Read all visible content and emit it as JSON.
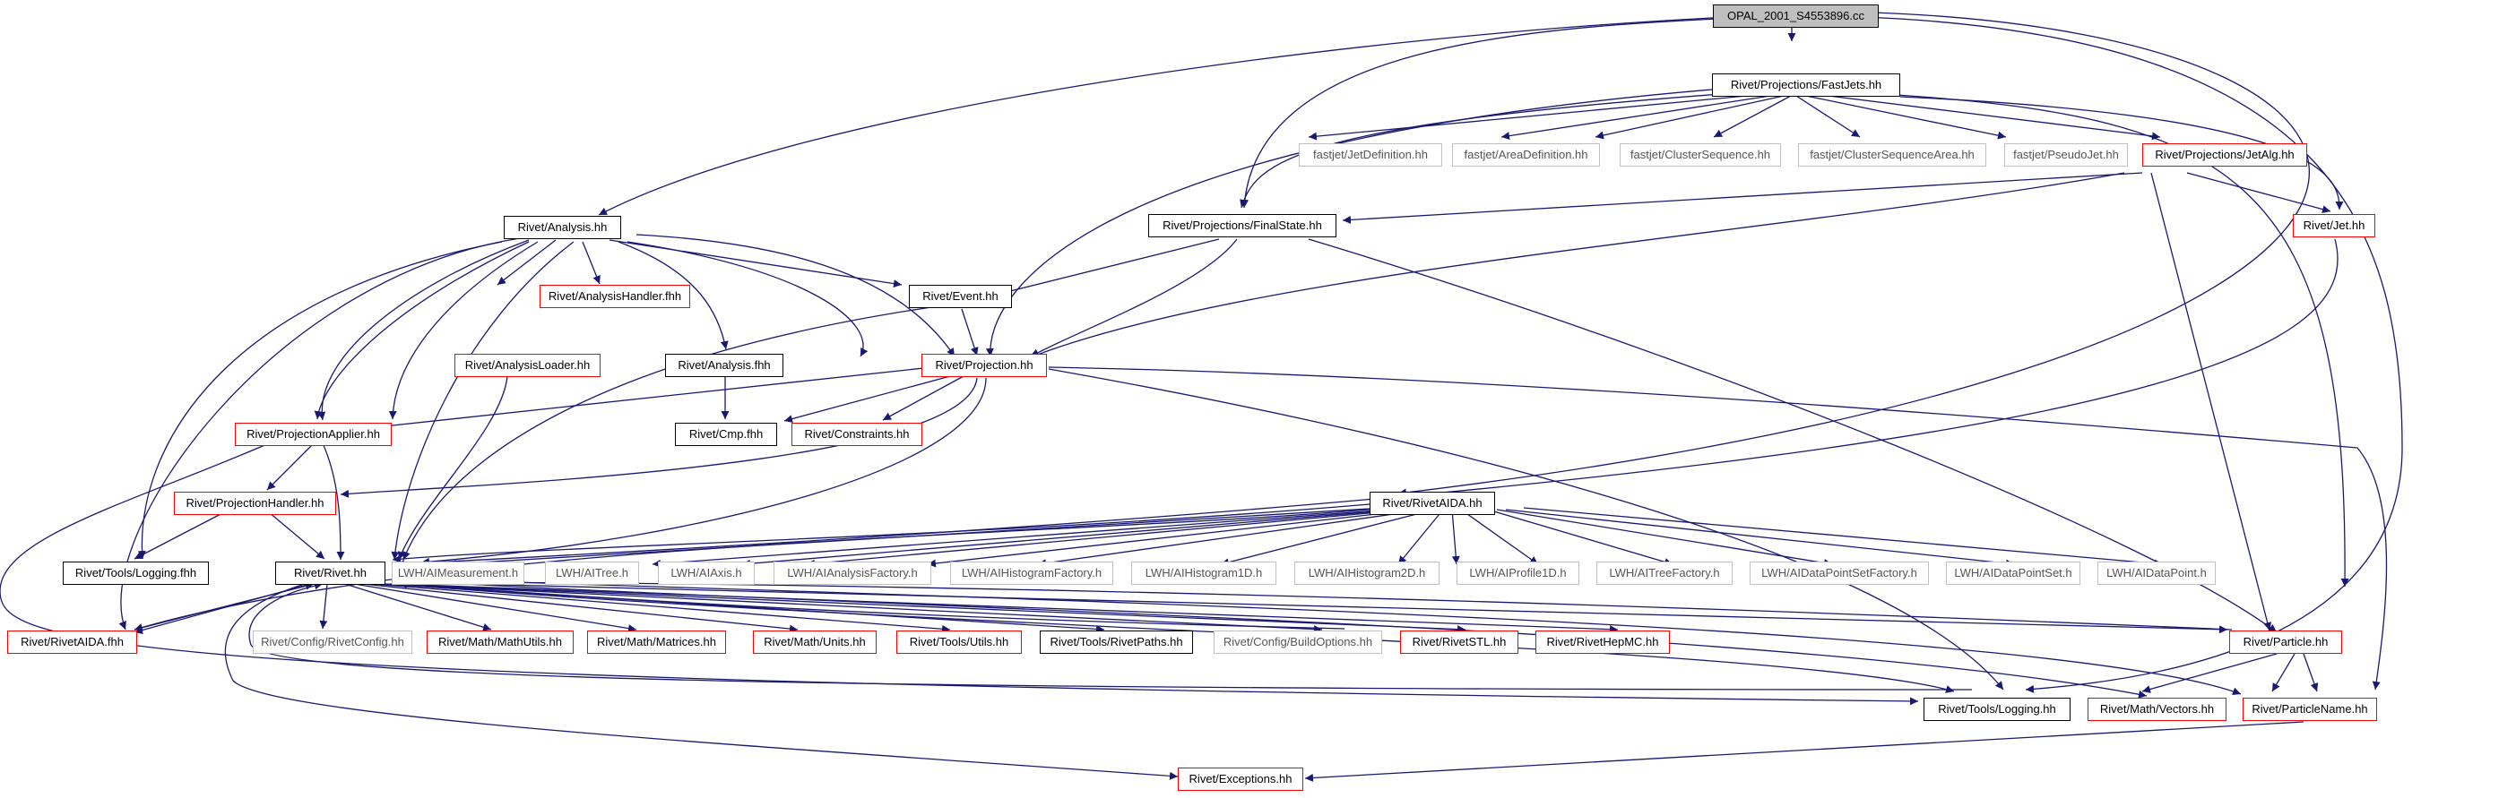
{
  "graph": {
    "edge_color": "#191970",
    "nodes": {
      "n_root": {
        "label": "OPAL_2001_S4553896.cc",
        "style": "root"
      },
      "n_fastjets": {
        "label": "Rivet/Projections/FastJets.hh",
        "style": "black"
      },
      "n_analysis": {
        "label": "Rivet/Analysis.hh",
        "style": "black"
      },
      "n_fj_jetdef": {
        "label": "fastjet/JetDefinition.hh",
        "style": "gray"
      },
      "n_fj_areadef": {
        "label": "fastjet/AreaDefinition.hh",
        "style": "gray"
      },
      "n_fj_clusterseq": {
        "label": "fastjet/ClusterSequence.hh",
        "style": "gray"
      },
      "n_fj_clusterseqarea": {
        "label": "fastjet/ClusterSequenceArea.hh",
        "style": "gray"
      },
      "n_fj_pseudojet": {
        "label": "fastjet/PseudoJet.hh",
        "style": "gray"
      },
      "n_jetalg": {
        "label": "Rivet/Projections/JetAlg.hh",
        "style": "red"
      },
      "n_finalstate": {
        "label": "Rivet/Projections/FinalState.hh",
        "style": "black"
      },
      "n_jet": {
        "label": "Rivet/Jet.hh",
        "style": "red"
      },
      "n_analysishandler": {
        "label": "Rivet/AnalysisHandler.fhh",
        "style": "red"
      },
      "n_event": {
        "label": "Rivet/Event.hh",
        "style": "black"
      },
      "n_analysisloader": {
        "label": "Rivet/AnalysisLoader.hh",
        "style": "red"
      },
      "n_analysisfhh": {
        "label": "Rivet/Analysis.fhh",
        "style": "black"
      },
      "n_projection": {
        "label": "Rivet/Projection.hh",
        "style": "red"
      },
      "n_projapplier": {
        "label": "Rivet/ProjectionApplier.hh",
        "style": "red"
      },
      "n_cmp": {
        "label": "Rivet/Cmp.fhh",
        "style": "black"
      },
      "n_constraints": {
        "label": "Rivet/Constraints.hh",
        "style": "red"
      },
      "n_projhandler": {
        "label": "Rivet/ProjectionHandler.hh",
        "style": "red"
      },
      "n_rivetaida": {
        "label": "Rivet/RivetAIDA.hh",
        "style": "black"
      },
      "n_loggingfhh": {
        "label": "Rivet/Tools/Logging.fhh",
        "style": "black"
      },
      "n_rivet": {
        "label": "Rivet/Rivet.hh",
        "style": "black"
      },
      "n_lwh_meas": {
        "label": "LWH/AIMeasurement.h",
        "style": "gray"
      },
      "n_lwh_tree": {
        "label": "LWH/AITree.h",
        "style": "gray"
      },
      "n_lwh_axis": {
        "label": "LWH/AIAxis.h",
        "style": "gray"
      },
      "n_lwh_anafact": {
        "label": "LWH/AIAnalysisFactory.h",
        "style": "gray"
      },
      "n_lwh_histfact": {
        "label": "LWH/AIHistogramFactory.h",
        "style": "gray"
      },
      "n_lwh_h1d": {
        "label": "LWH/AIHistogram1D.h",
        "style": "gray"
      },
      "n_lwh_h2d": {
        "label": "LWH/AIHistogram2D.h",
        "style": "gray"
      },
      "n_lwh_p1d": {
        "label": "LWH/AIProfile1D.h",
        "style": "gray"
      },
      "n_lwh_treefact": {
        "label": "LWH/AITreeFactory.h",
        "style": "gray"
      },
      "n_lwh_dpsfact": {
        "label": "LWH/AIDataPointSetFactory.h",
        "style": "gray"
      },
      "n_lwh_dps": {
        "label": "LWH/AIDataPointSet.h",
        "style": "gray"
      },
      "n_lwh_dp": {
        "label": "LWH/AIDataPoint.h",
        "style": "gray"
      },
      "n_rivetaidafhh": {
        "label": "Rivet/RivetAIDA.fhh",
        "style": "red"
      },
      "n_rivetconfig": {
        "label": "Rivet/Config/RivetConfig.hh",
        "style": "gray"
      },
      "n_mathutils": {
        "label": "Rivet/Math/MathUtils.hh",
        "style": "red"
      },
      "n_matrices": {
        "label": "Rivet/Math/Matrices.hh",
        "style": "red"
      },
      "n_units": {
        "label": "Rivet/Math/Units.hh",
        "style": "red"
      },
      "n_utils": {
        "label": "Rivet/Tools/Utils.hh",
        "style": "red"
      },
      "n_rivetpaths": {
        "label": "Rivet/Tools/RivetPaths.hh",
        "style": "black"
      },
      "n_buildoptions": {
        "label": "Rivet/Config/BuildOptions.hh",
        "style": "gray"
      },
      "n_rivetstl": {
        "label": "Rivet/RivetSTL.hh",
        "style": "red"
      },
      "n_rivethepmc": {
        "label": "Rivet/RivetHepMC.hh",
        "style": "red"
      },
      "n_particle": {
        "label": "Rivet/Particle.hh",
        "style": "red"
      },
      "n_logging": {
        "label": "Rivet/Tools/Logging.hh",
        "style": "black"
      },
      "n_vectors": {
        "label": "Rivet/Math/Vectors.hh",
        "style": "red"
      },
      "n_particlename": {
        "label": "Rivet/ParticleName.hh",
        "style": "red"
      },
      "n_exceptions": {
        "label": "Rivet/Exceptions.hh",
        "style": "red"
      }
    }
  }
}
